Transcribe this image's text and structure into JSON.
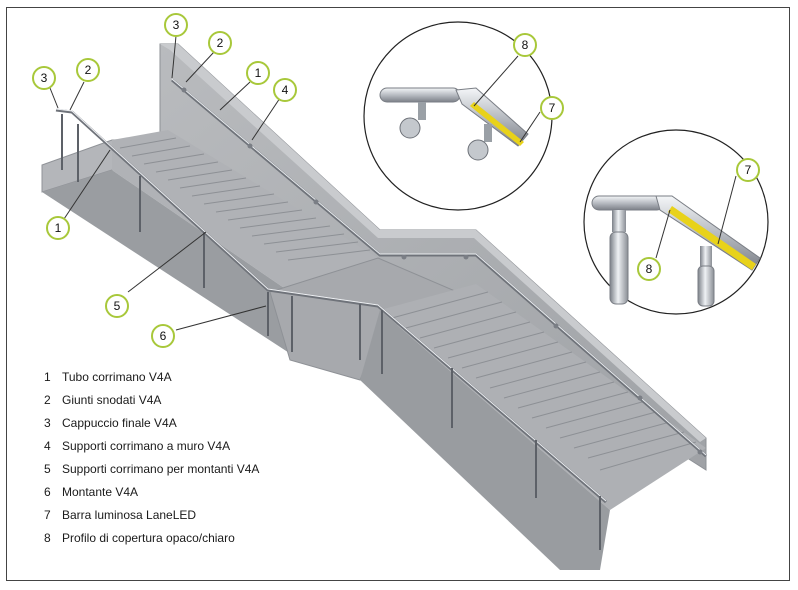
{
  "callouts": {
    "c1a": "1",
    "c1b": "1",
    "c2a": "2",
    "c2b": "2",
    "c3a": "3",
    "c3b": "3",
    "c4": "4",
    "c5": "5",
    "c6": "6",
    "c7a": "7",
    "c7b": "7",
    "c8a": "8",
    "c8b": "8"
  },
  "legend": [
    {
      "num": "1",
      "text": "Tubo corrimano V4A"
    },
    {
      "num": "2",
      "text": "Giunti snodati V4A"
    },
    {
      "num": "3",
      "text": "Cappuccio finale V4A"
    },
    {
      "num": "4",
      "text": "Supporti corrimano a muro V4A"
    },
    {
      "num": "5",
      "text": "Supporti corrimano per montanti V4A"
    },
    {
      "num": "6",
      "text": "Montante V4A"
    },
    {
      "num": "7",
      "text": "Barra luminosa LaneLED"
    },
    {
      "num": "8",
      "text": "Profilo di copertura opaco/chiaro"
    }
  ],
  "colors": {
    "callout_ring": "#a8c83a",
    "concrete": "#a9abae",
    "led": "#e8d21a"
  }
}
